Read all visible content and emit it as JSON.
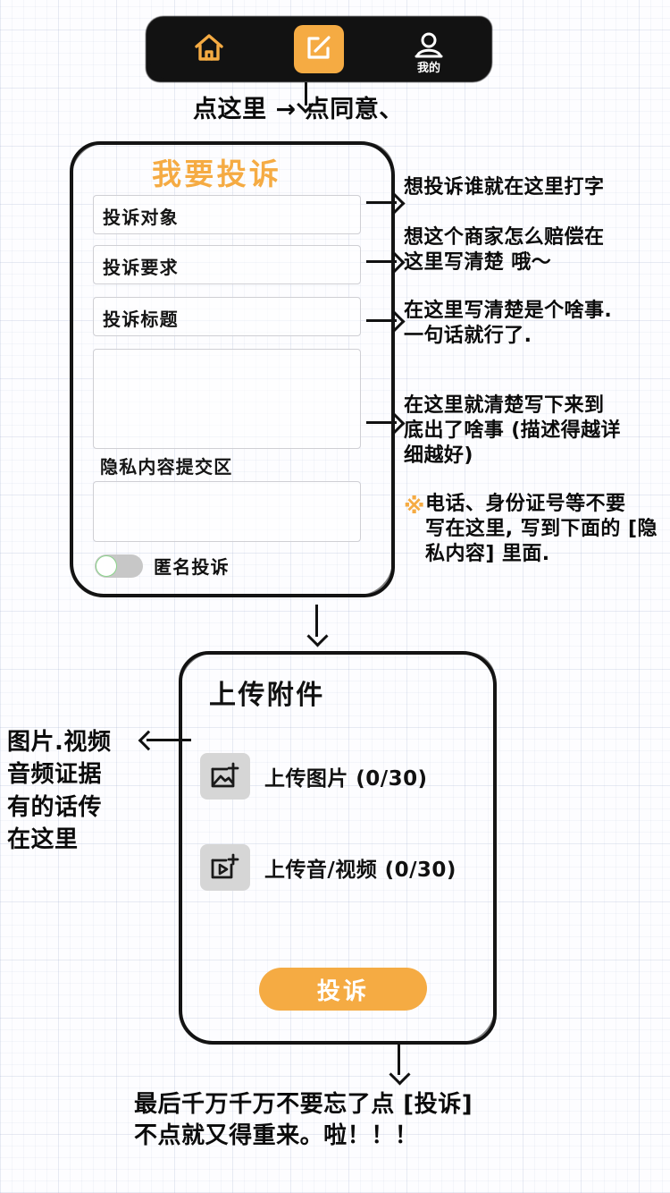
{
  "navbar": {
    "items": [
      {
        "icon": "home-icon",
        "label": "",
        "active": false
      },
      {
        "icon": "edit-square-icon",
        "label": "",
        "active": true
      },
      {
        "icon": "person-icon",
        "label": "我的",
        "active": false
      }
    ]
  },
  "annotations": {
    "top": "点这里       →   点同意、",
    "right_1": "想投诉谁就在这里打字",
    "right_2": "想这个商家怎么赔偿在\n这里写清楚 哦〜",
    "right_3": "在这里写清楚是个啥事.\n一句话就行了.",
    "right_4": "在这里就清楚写下来到\n底出了啥事 (描述得越详\n细越好)",
    "star_mark": "※",
    "right_5": "电话、身份证号等不要\n写在这里, 写到下面的 [隐\n私内容] 里面.",
    "left": "图片.视频\n音频证据\n有的话传\n在这里",
    "bottom": "最后千万千万不要忘了点 [投诉]\n不点就又得重来。啦！！！"
  },
  "form_card": {
    "title": "我要投诉",
    "fields": [
      {
        "label": "投诉对象",
        "value": "",
        "type": "text"
      },
      {
        "label": "投诉要求",
        "value": "",
        "type": "text"
      },
      {
        "label": "投诉标题",
        "value": "",
        "type": "text"
      },
      {
        "label": "",
        "value": "",
        "type": "textarea"
      }
    ],
    "privacy_label": "隐私内容提交区",
    "privacy_field": {
      "label": "",
      "value": "",
      "type": "textarea"
    },
    "toggle": {
      "label": "匿名投诉",
      "on": false
    }
  },
  "upload_card": {
    "title": "上传附件",
    "rows": [
      {
        "icon": "image-plus-icon",
        "label": "上传图片 (0/30)",
        "count": "0/30"
      },
      {
        "icon": "video-plus-icon",
        "label": "上传音/视频 (0/30)",
        "count": "0/30"
      }
    ],
    "submit_label": "投诉"
  },
  "colors": {
    "accent": "#f5ab43",
    "ink": "#111111",
    "field_border": "#cfcfd4",
    "toggle_track": "#c7c7c7",
    "toggle_knob_border": "#8bd48b",
    "icon_tile": "#d6d6d6"
  }
}
